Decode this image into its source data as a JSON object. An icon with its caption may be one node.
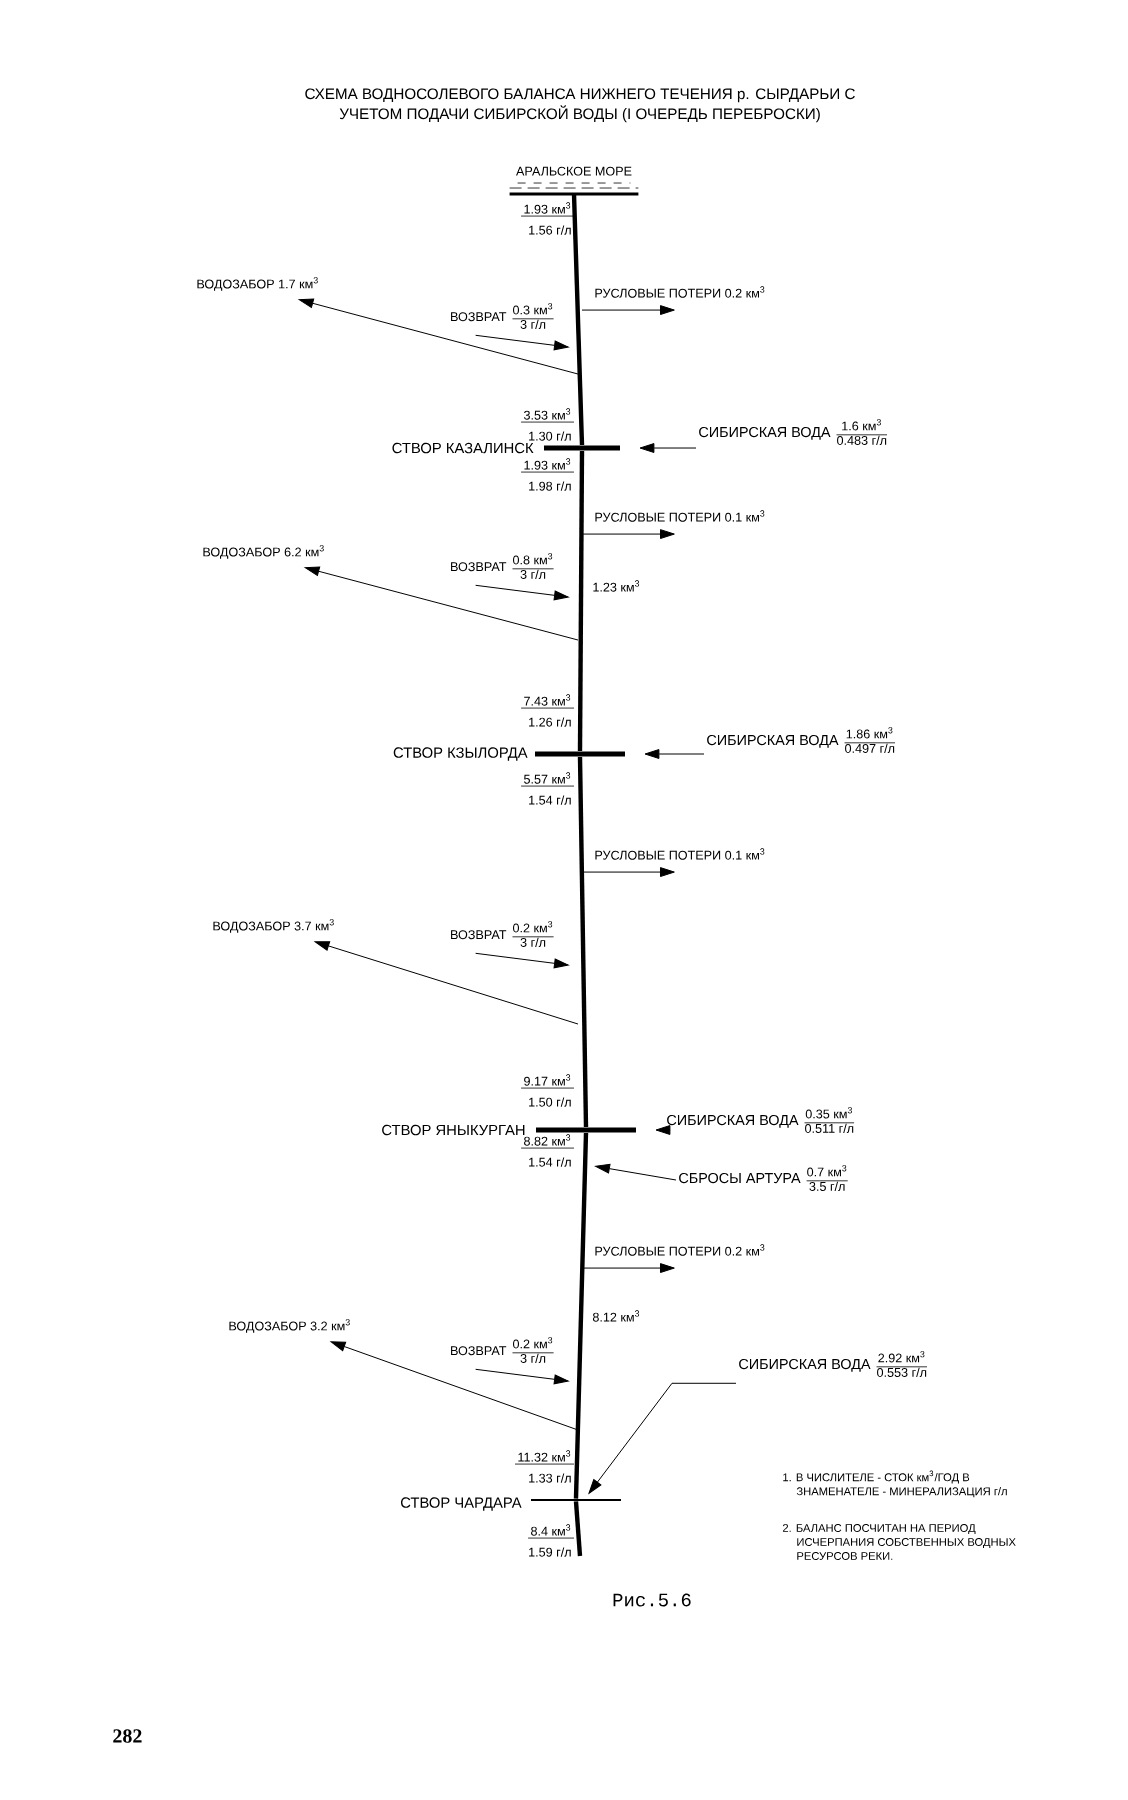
{
  "diagram": {
    "title": "СХЕМА ВОДНОСОЛЕВОГО БАЛАНСА НИЖНЕГО ТЕЧЕНИЯ р. СЫРДАРЬИ С УЧЕТОМ ПОДАЧИ СИБИРСКОЙ ВОДЫ (I ОЧЕРЕДЬ ПЕРЕБРОСКИ)",
    "caption": "Рис.5.6",
    "nodes": [
      {
        "text": [
          "АРАЛЬСКОЕ МОРЕ"
        ]
      },
      {
        "text": [
          "ВОДОЗАБОР 1.7 км$^{3}$"
        ]
      },
      {
        "text": [
          "ВОЗВРАТ",
          "0.3 км$^{3}$",
          "3 г/л"
        ]
      },
      {
        "text": [
          "РУСЛОВЫЕ ПОТЕРИ 0.2 км$^{3}$"
        ]
      },
      {
        "text": [],
        "shape": "bar",
        "beside": [
          "СТВОР КАЗАЛИНСК"
        ]
      },
      {
        "text": [
          "СИБИРСКАЯ ВОДА",
          "1.6 км$^{3}$",
          "0.483 г/л"
        ]
      },
      {
        "text": [
          "РУСЛОВЫЕ ПОТЕРИ 0.1 км$^{3}$"
        ]
      },
      {
        "text": [
          "ВОДОЗАБОР 6.2 км$^{3}$"
        ]
      },
      {
        "text": [
          "ВОЗВРАТ",
          "0.8 км$^{3}$",
          "3 г/л"
        ]
      },
      {
        "text": [],
        "shape": "bar",
        "beside": [
          "СТВОР КЗЫЛОРДА"
        ]
      },
      {
        "text": [
          "СИБИРСКАЯ ВОДА",
          "1.86 км$^{3}$",
          "0.497 г/л"
        ]
      },
      {
        "text": [
          "РУСЛОВЫЕ ПОТЕРИ 0.1 км$^{3}$"
        ]
      },
      {
        "text": [
          "ВОДОЗАБОР 3.7 км$^{3}$"
        ]
      },
      {
        "text": [
          "ВОЗВРАТ",
          "0.2 км$^{3}$",
          "3 г/л"
        ]
      },
      {
        "text": [],
        "shape": "bar",
        "beside": [
          "СТВОР ЯНЫКУРГАН"
        ]
      },
      {
        "text": [
          "СИБИРСКАЯ ВОДА",
          "0.35 км$^{3}$",
          "0.511 г/л"
        ]
      },
      {
        "text": [
          "СБРОСЫ АРТУРА",
          "0.7 км$^{3}$",
          "3.5 г/л"
        ]
      },
      {
        "text": [
          "РУСЛОВЫЕ ПОТЕРИ 0.2 км$^{3}$"
        ]
      },
      {
        "text": [
          "ВОДОЗАБОР 3.2 км$^{3}$"
        ]
      },
      {
        "text": [
          "ВОЗВРАТ",
          "0.2 км$^{3}$",
          "3 г/л"
        ]
      },
      {
        "text": [
          "СИБИРСКАЯ ВОДА",
          "2.92 км$^{3}$",
          "0.553 г/л"
        ]
      },
      {
        "text": [],
        "shape": "bar",
        "beside": [
          "СТВОР ЧАРДАРА"
        ]
      }
    ],
    "edges": [
      {
        "from": 21,
        "to": 14,
        "arrow": "none",
        "style": "thick"
      },
      {
        "from": 14,
        "to": 9,
        "arrow": "none",
        "style": "thick"
      },
      {
        "from": 9,
        "to": 4,
        "arrow": "none",
        "style": "thick"
      },
      {
        "from": 4,
        "to": 0,
        "arrow": "none",
        "style": "thick"
      },
      {
        "from": null,
        "to": 1,
        "arrow": "to"
      },
      {
        "from": 2,
        "to": null,
        "arrow": "to"
      },
      {
        "from": null,
        "to": 3,
        "arrow": "to"
      },
      {
        "from": 5,
        "to": 4,
        "arrow": "to"
      },
      {
        "from": null,
        "to": 6,
        "arrow": "to"
      },
      {
        "from": null,
        "to": 7,
        "arrow": "to"
      },
      {
        "from": 8,
        "to": null,
        "arrow": "to"
      },
      {
        "from": 10,
        "to": 9,
        "arrow": "to"
      },
      {
        "from": null,
        "to": 11,
        "arrow": "to"
      },
      {
        "from": null,
        "to": 12,
        "arrow": "to"
      },
      {
        "from": 13,
        "to": null,
        "arrow": "to"
      },
      {
        "from": 15,
        "to": 14,
        "arrow": "to"
      },
      {
        "from": 16,
        "to": null,
        "arrow": "to"
      },
      {
        "from": null,
        "to": 17,
        "arrow": "to"
      },
      {
        "from": null,
        "to": 18,
        "arrow": "to"
      },
      {
        "from": 19,
        "to": null,
        "arrow": "to"
      },
      {
        "from": 20,
        "to": 21,
        "arrow": "to"
      }
    ],
    "labels": [
      "1.93 км$^{3}$",
      "1.56 г/л",
      "3.53 км$^{3}$",
      "1.30 г/л",
      "1.93 км$^{3}$",
      "1.98 г/л",
      "1.23 км$^{3}$",
      "7.43 км$^{3}$",
      "1.26 г/л",
      "5.57 км$^{3}$",
      "1.54 г/л",
      "9.17 км$^{3}$",
      "1.50 г/л",
      "8.82 км$^{3}$",
      "1.54 г/л",
      "8.12 км$^{3}$",
      "11.32 км$^{3}$",
      "1.33 г/л",
      "8.4 км$^{3}$",
      "1.59 г/л",
      "1. В ЧИСЛИТЕЛЕ - СТОК км$^{3}$/ГОД В ЗНАМЕНАТЕЛЕ - МИНЕРАЛИЗАЦИЯ г/л",
      "2. БАЛАНС ПОСЧИТАН НА ПЕРИОД ИСЧЕРПАНИЯ СОБСТВЕННЫХ ВОДНЫХ РЕСУРСОВ РЕКИ.",
      "282"
    ]
  }
}
